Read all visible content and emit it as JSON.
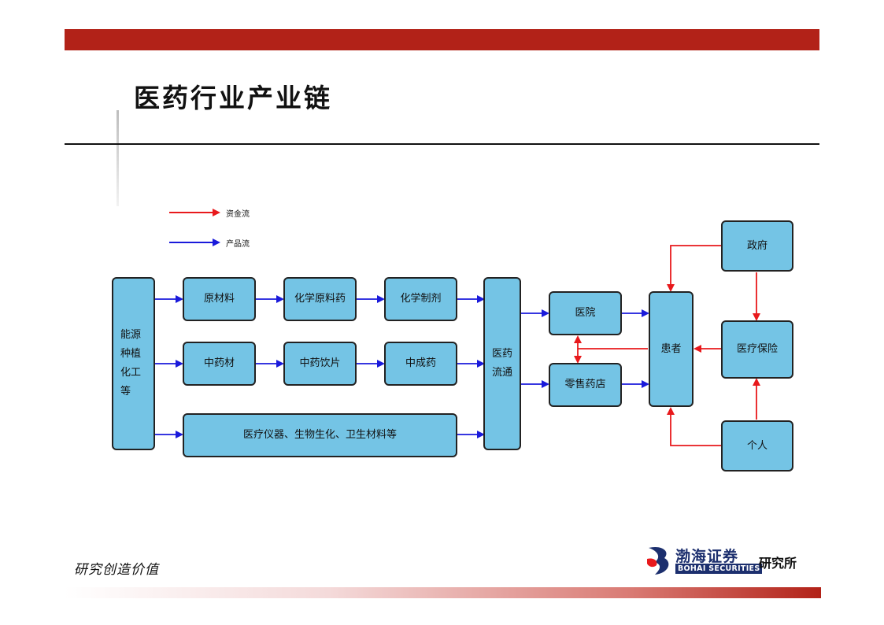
{
  "page_title": "医药行业产业链",
  "legend": {
    "money_flow_label": "资金流",
    "product_flow_label": "产品流",
    "money_color": "#e8191c",
    "product_color": "#1a1adb"
  },
  "nodes": {
    "energy": "能源\n种植\n化工\n等",
    "raw_materials": "原材料",
    "chemical_api": "化学原料药",
    "chemical_preparation": "化学制剂",
    "tcm_materials": "中药材",
    "tcm_decoction_pieces": "中药饮片",
    "chinese_patent_medicine": "中成药",
    "medical_devices": "医疗仪器、生物生化、卫生材料等",
    "pharma_distribution": "医药\n流通",
    "hospital": "医院",
    "retail_pharmacy": "零售药店",
    "patient": "患者",
    "government": "政府",
    "medical_insurance": "医疗保险",
    "individual": "个人"
  },
  "footer": {
    "slogan": "研究创造价值",
    "logo_cn": "渤海证券",
    "logo_en": "BOHAI SECURITIES",
    "logo_dept": "研究所"
  },
  "colors": {
    "accent_red": "#b22218",
    "node_fill": "#74c4e5",
    "logo_navy": "#1c2f6e"
  }
}
